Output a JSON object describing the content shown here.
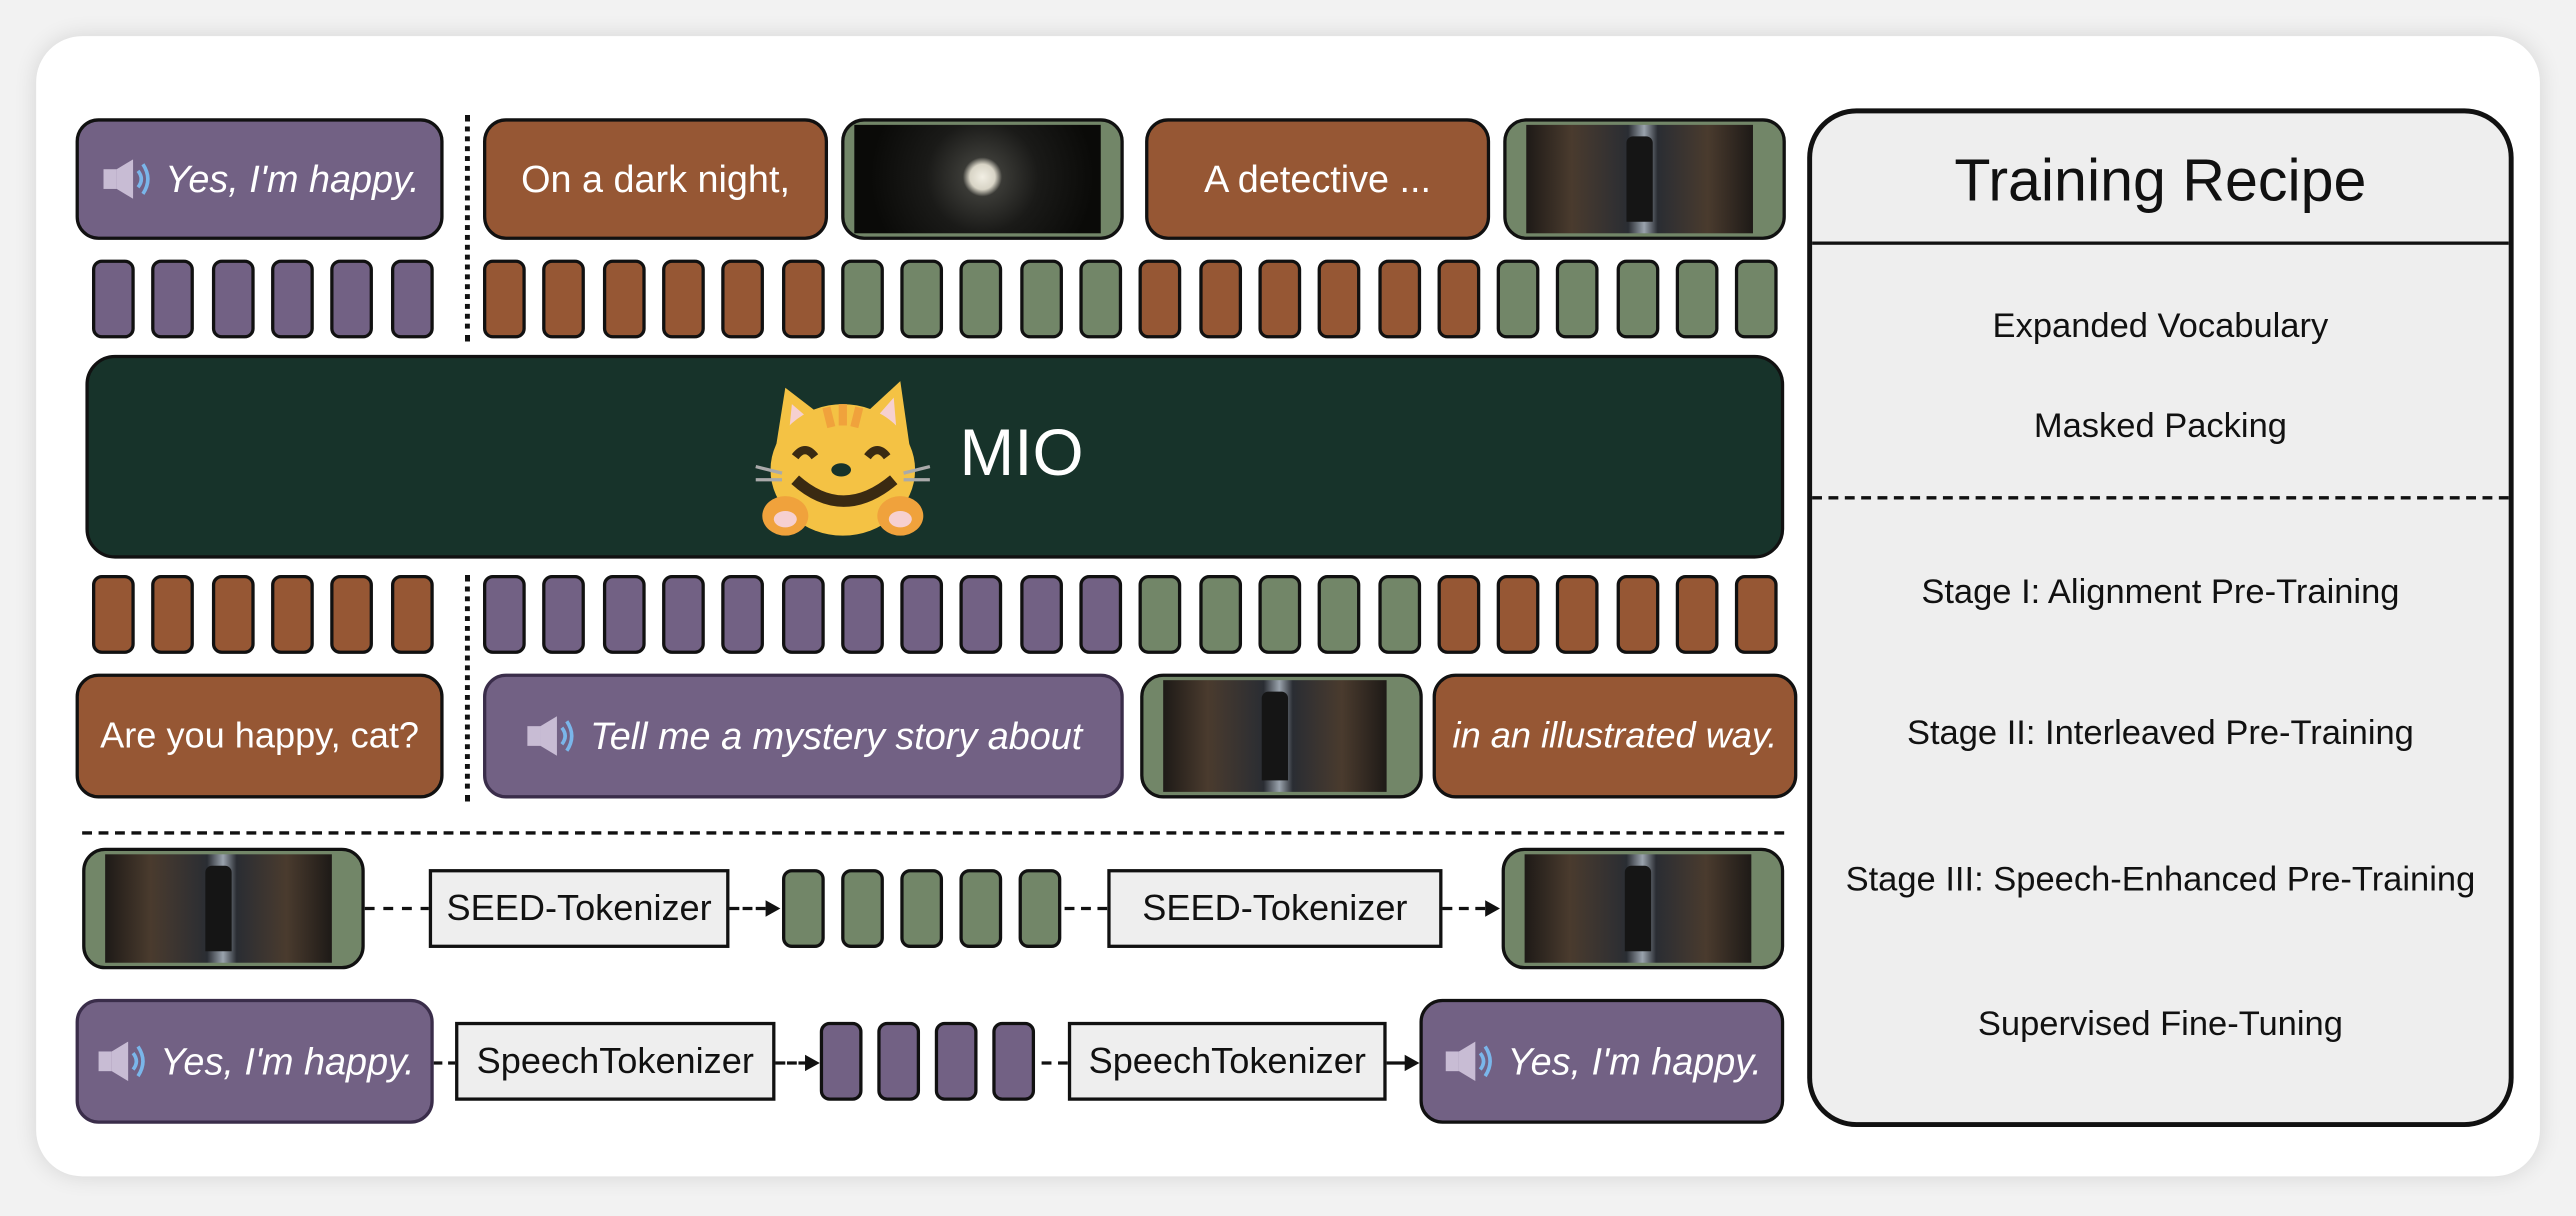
{
  "colors": {
    "speech": "#726184",
    "text": "#965734",
    "image": "#728668",
    "model": "#17332a",
    "tokenizer_bg": "#eeeeee"
  },
  "output_row": {
    "speech_segment": {
      "label": "Yes, I'm happy.",
      "icon": "speaker-icon"
    },
    "text_segment_1": "On a dark night,",
    "image_segment_1": "moon-image",
    "text_segment_2": "A detective ...",
    "image_segment_2": "detective-alley-image"
  },
  "output_tokens": [
    {
      "type": "speech",
      "count": 6
    },
    {
      "type": "text",
      "count": 6
    },
    {
      "type": "image",
      "count": 5
    },
    {
      "type": "text",
      "count": 6
    },
    {
      "type": "image",
      "count": 5
    }
  ],
  "model": {
    "name": "MIO",
    "icon": "smiling-cat-icon"
  },
  "input_tokens": [
    {
      "type": "text",
      "count": 6
    },
    {
      "type": "speech",
      "count": 11
    },
    {
      "type": "image",
      "count": 5
    },
    {
      "type": "text",
      "count": 6
    }
  ],
  "input_row": {
    "text_segment_1": "Are you happy, cat?",
    "speech_segment": {
      "label": "Tell me a mystery story about",
      "icon": "speaker-icon"
    },
    "image_segment": "detective-alley-image",
    "text_segment_2": "in an illustrated way."
  },
  "image_pipeline": {
    "encoder_label": "SEED-Tokenizer",
    "decoder_label": "SEED-Tokenizer",
    "token_count": 5
  },
  "speech_pipeline": {
    "input_label": "Yes, I'm happy.",
    "encoder_label": "SpeechTokenizer",
    "decoder_label": "SpeechTokenizer",
    "output_label": "Yes, I'm happy.",
    "token_count": 4
  },
  "training_recipe": {
    "title": "Training Recipe",
    "techniques": [
      "Expanded Vocabulary",
      "Masked Packing"
    ],
    "stages": [
      "Stage I: Alignment Pre-Training",
      "Stage II: Interleaved Pre-Training",
      "Stage III: Speech-Enhanced Pre-Training",
      "Supervised Fine-Tuning"
    ]
  }
}
